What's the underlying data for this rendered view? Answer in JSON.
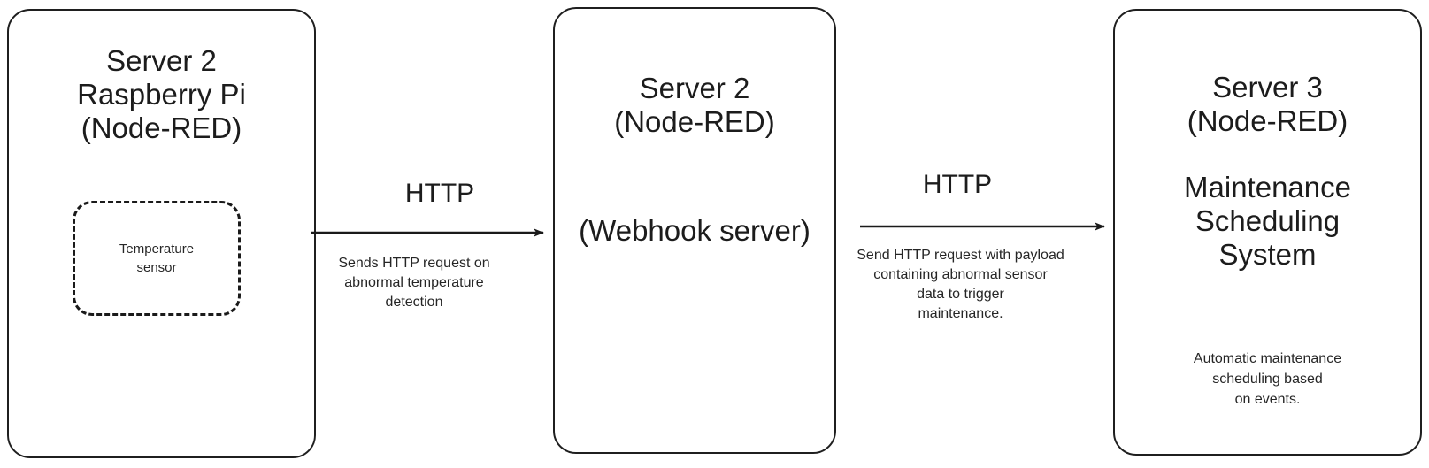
{
  "diagram": {
    "type": "flow-diagram",
    "background_color": "#ffffff",
    "stroke_color": "#1f1f1f",
    "text_color": "#1c1c1c"
  },
  "nodes": [
    {
      "id": "server2-raspberry-pi",
      "title": "Server 2\nRaspberry Pi\n(Node-RED)",
      "inner_component": {
        "id": "temperature-sensor",
        "label": "Temperature\nsensor",
        "border_style": "dashed"
      }
    },
    {
      "id": "server2-webhook",
      "title": "Server 2\n(Node-RED)",
      "subtitle": "(Webhook server)"
    },
    {
      "id": "server3-maintenance",
      "title": "Server 3\n(Node-RED)",
      "subtitle": "Maintenance\nScheduling\nSystem",
      "note": "Automatic maintenance\nscheduling based\non events."
    }
  ],
  "connectors": [
    {
      "id": "pi-to-webhook",
      "label": "HTTP",
      "note": "Sends HTTP request on\nabnormal temperature\ndetection",
      "direction": "right"
    },
    {
      "id": "webhook-to-maintenance",
      "label": "HTTP",
      "note": "Send HTTP request with payload\ncontaining abnormal sensor\ndata to trigger\nmaintenance.",
      "direction": "right"
    }
  ]
}
